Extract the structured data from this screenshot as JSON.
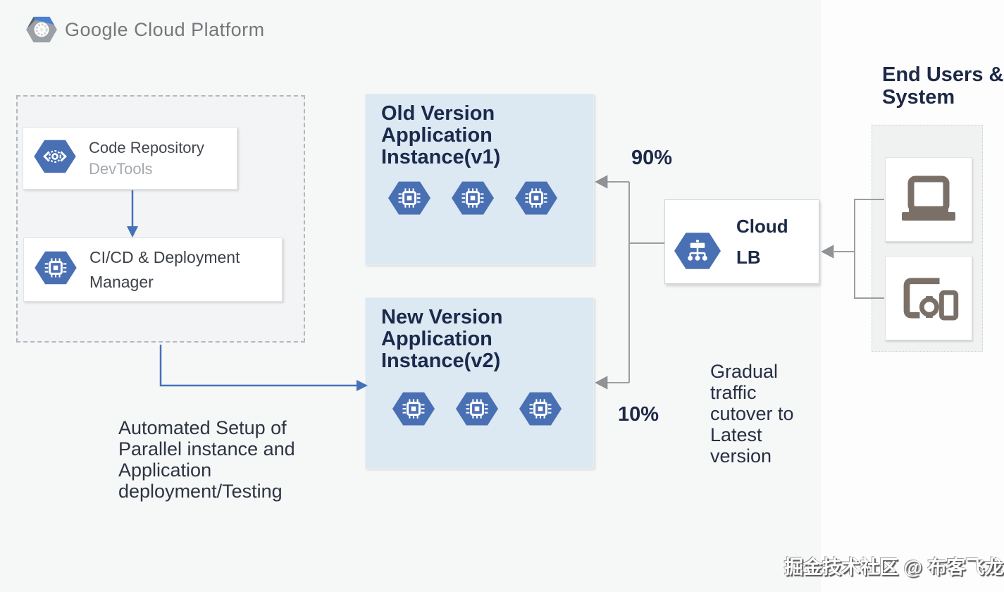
{
  "logo": {
    "text": "Google Cloud Platform"
  },
  "repo_card": {
    "title": "Code Repository",
    "subtitle": "DevTools"
  },
  "cicd_card": {
    "lines": [
      "CI/CD & Deployment",
      "Manager"
    ]
  },
  "old_instance": {
    "lines": [
      "Old Version",
      "Application",
      "Instance(v1)"
    ]
  },
  "new_instance": {
    "lines": [
      "New Version",
      "Application",
      "Instance(v2)"
    ]
  },
  "lb_card": {
    "lines": [
      "Cloud",
      "LB"
    ]
  },
  "traffic": {
    "old_share": "90%",
    "new_share": "10%"
  },
  "annotations": {
    "automated_lines": [
      "Automated Setup of",
      "Parallel instance and",
      "Application",
      "deployment/Testing"
    ],
    "gradual_lines": [
      "Gradual",
      "traffic",
      "cutover to",
      "Latest",
      "version"
    ]
  },
  "end_users": {
    "title_lines": [
      "End Users &",
      "System"
    ]
  },
  "watermark": "掘金技术社区 @ 布客飞龙",
  "colors": {
    "hexagon_blue": "#4a70b4",
    "instance_box_blue": "#dce8f2",
    "text_navy": "#1d2947",
    "connector_gray": "#9b9ea1",
    "arrow_blue": "#4472b9",
    "device_icon_gray": "#7a7068",
    "logo_text_gray": "#75787b"
  }
}
